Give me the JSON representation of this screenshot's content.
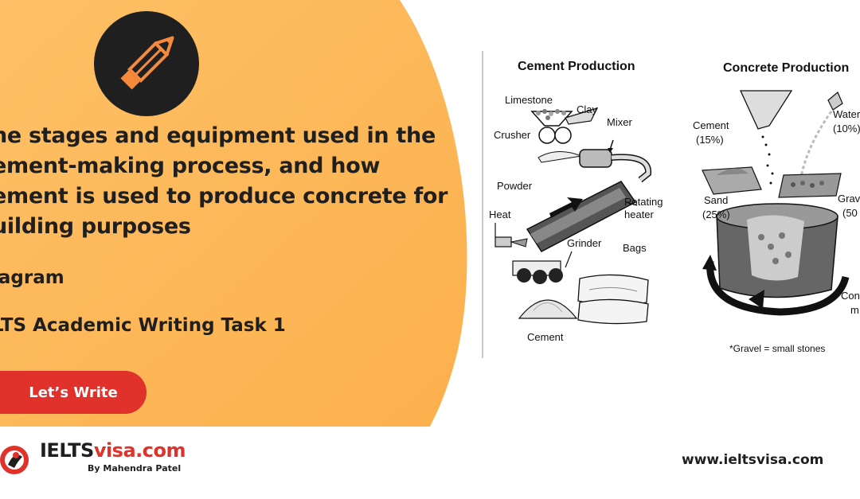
{
  "headline": {
    "lines": [
      "he stages and equipment used in the",
      "ement-making process, and how",
      "ement is used to produce concrete for",
      "uilding purposes"
    ]
  },
  "meta": {
    "type": "iagram",
    "task": "LTS Academic Writing Task 1"
  },
  "cta": {
    "label": "Let’s Write"
  },
  "brand": {
    "name_part1": "IELTS",
    "name_part2": "visa.com",
    "by_line": "By Mahendra Patel"
  },
  "site_url": "www.ieltsvisa.com",
  "diagram": {
    "cement_title": "Cement Production",
    "concrete_title": "Concrete Production",
    "cement_labels": {
      "limestone": "Limestone",
      "clay": "Clay",
      "crusher": "Crusher",
      "mixer": "Mixer",
      "powder": "Powder",
      "rotating": "Rotating",
      "heater": "heater",
      "heat": "Heat",
      "grinder": "Grinder",
      "bags": "Bags",
      "cement": "Cement"
    },
    "concrete_labels": {
      "cement": "Cement",
      "cement_pct": "(15%)",
      "water": "Water",
      "water_pct": "(10%)",
      "sand": "Sand",
      "sand_pct": "(25%)",
      "gravel": "Grav",
      "gravel_pct": "(50",
      "mixer1": "Con",
      "mixer2": "m"
    },
    "footnote": "*Gravel = small stones"
  },
  "colors": {
    "orange": "#fdb95a",
    "red": "#e0312b",
    "dark": "#1f1f1f"
  }
}
